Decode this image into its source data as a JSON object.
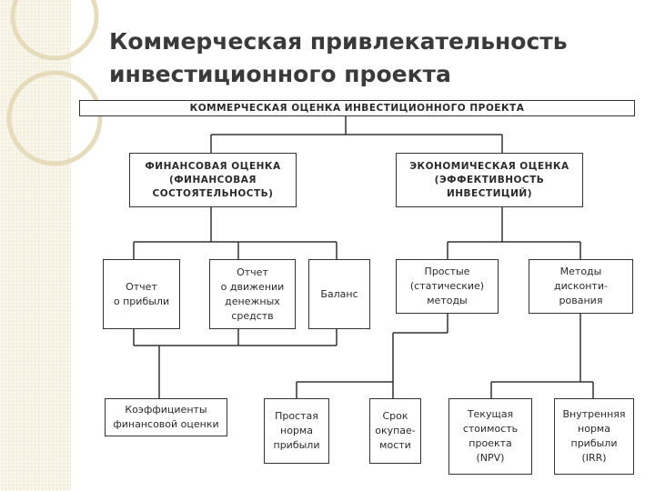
{
  "title_line1": "Коммерческая привлекательность",
  "title_line2": "инвестиционного проекта",
  "nodes": {
    "root": "КОММЕРЧЕСКАЯ ОЦЕНКА ИНВЕСТИЦИОННОГО ПРОЕКТА",
    "financial": "ФИНАНСОВАЯ ОЦЕНКА\n(ФИНАНСОВАЯ\nСОСТОЯТЕЛЬНОСТЬ)",
    "economic": "ЭКОНОМИЧЕСКАЯ ОЦЕНКА\n(ЭФФЕКТИВНОСТЬ\nИНВЕСТИЦИЙ)",
    "profit_report": "Отчет\nо прибыли",
    "cashflow_report": "Отчет\nо движении\nденежных\nсредств",
    "balance": "Баланс",
    "simple_methods": "Простые\n(статические)\nметоды",
    "discount_methods": "Методы\nдисконти-\nрования",
    "fin_coefficients": "Коэффициенты\nфинансовой оценки",
    "simple_rate": "Простая\nнорма\nприбыли",
    "payback": "Срок\nокупае-\nмости",
    "npv": "Текущая\nстоимость\nпроекта\n(NPV)",
    "irr": "Внутренняя\nнорма\nприбыли\n(IRR)"
  }
}
